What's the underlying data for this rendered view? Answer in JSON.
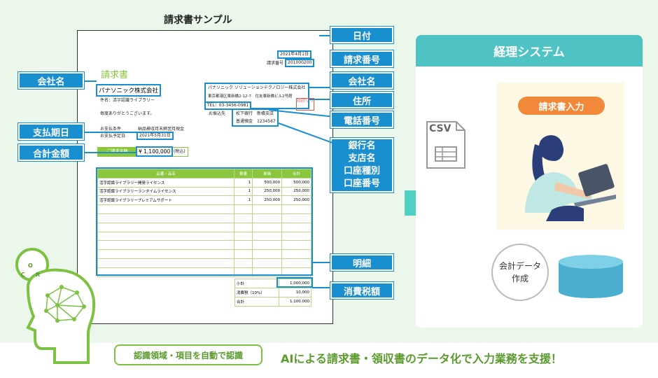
{
  "sample_title": "請求書サンプル",
  "invoice": {
    "heading": "請求書",
    "date": "2021年4月1日",
    "number_label": "請求番号",
    "number": "201000200",
    "client": "パナソニック株式会社",
    "subject": "件名：活字認識ライブラリー",
    "thanks": "毎度ありがとうございます。",
    "payment_terms_label": "お支払条件",
    "payment_terms": "納品検収月末締翌月現金",
    "payment_due_label": "お支払予定日",
    "payment_due": "2021年5月31日",
    "total_label": "ご請求金額",
    "total_value": "¥ 1,100,000",
    "tax_note": "(税込)",
    "issuer": "パナソニック ソリューションテクノロジー株式会社",
    "address": "東京都港区東新橋2-12-7　住友東新橋ビル2号館",
    "tel": "TEL：03-3456-0981",
    "stamp": "社印ソリ",
    "payee_label": "お振込先",
    "bank": "松下銀行　新橋支店",
    "account": "普通預金　1234567",
    "columns": [
      "品番・品名",
      "数量",
      "単価",
      "合計"
    ],
    "rows": [
      [
        "活字認識ライブラリー開発ライセンス",
        "1",
        "500,000",
        "500,000"
      ],
      [
        "活字認識ライブラリーランタイムライセンス",
        "1",
        "250,000",
        "250,000"
      ],
      [
        "活字認識ライブラリープレミアムサポート",
        "1",
        "250,000",
        "250,000"
      ],
      [
        "",
        "",
        "",
        ""
      ],
      [
        "",
        "",
        "",
        ""
      ],
      [
        "",
        "",
        "",
        ""
      ],
      [
        "",
        "",
        "",
        ""
      ],
      [
        "",
        "",
        "",
        ""
      ],
      [
        "",
        "",
        "",
        ""
      ],
      [
        "",
        "",
        "",
        ""
      ],
      [
        "",
        "",
        "",
        ""
      ]
    ],
    "subtotal_label": "小計",
    "subtotal": "1,000,000",
    "tax_label": "消費税（10%）",
    "tax": "10,000",
    "grand_label": "合計",
    "grand": "1,100,000"
  },
  "labels": {
    "company_left": "会社名",
    "payment_due": "支払期日",
    "total_amount": "合計金額",
    "date": "日付",
    "invoice_number": "請求番号",
    "company_right": "会社名",
    "address": "住所",
    "phone": "電話番号",
    "bank_line1": "銀行名",
    "bank_line2": "支店名",
    "bank_line3": "口座種別",
    "bank_line4": "口座番号",
    "details": "明細",
    "tax": "消費税額"
  },
  "system": {
    "title": "経理システム",
    "input_badge": "請求書入力",
    "csv": "CSV",
    "accounting_line1": "会計データ",
    "accounting_line2": "作成"
  },
  "ocr_letters": [
    "O",
    "C",
    "R"
  ],
  "recognition_badge": "認識領域・項目を自動で認識",
  "tagline": "AIによる請求書・領収書のデータ化で入力業務を支援！",
  "colors": {
    "label_blue": "#1a8fd0",
    "invoice_green": "#8cc63f",
    "panel_teal": "#4fc3c3",
    "bg_green": "#eaf7ea"
  }
}
